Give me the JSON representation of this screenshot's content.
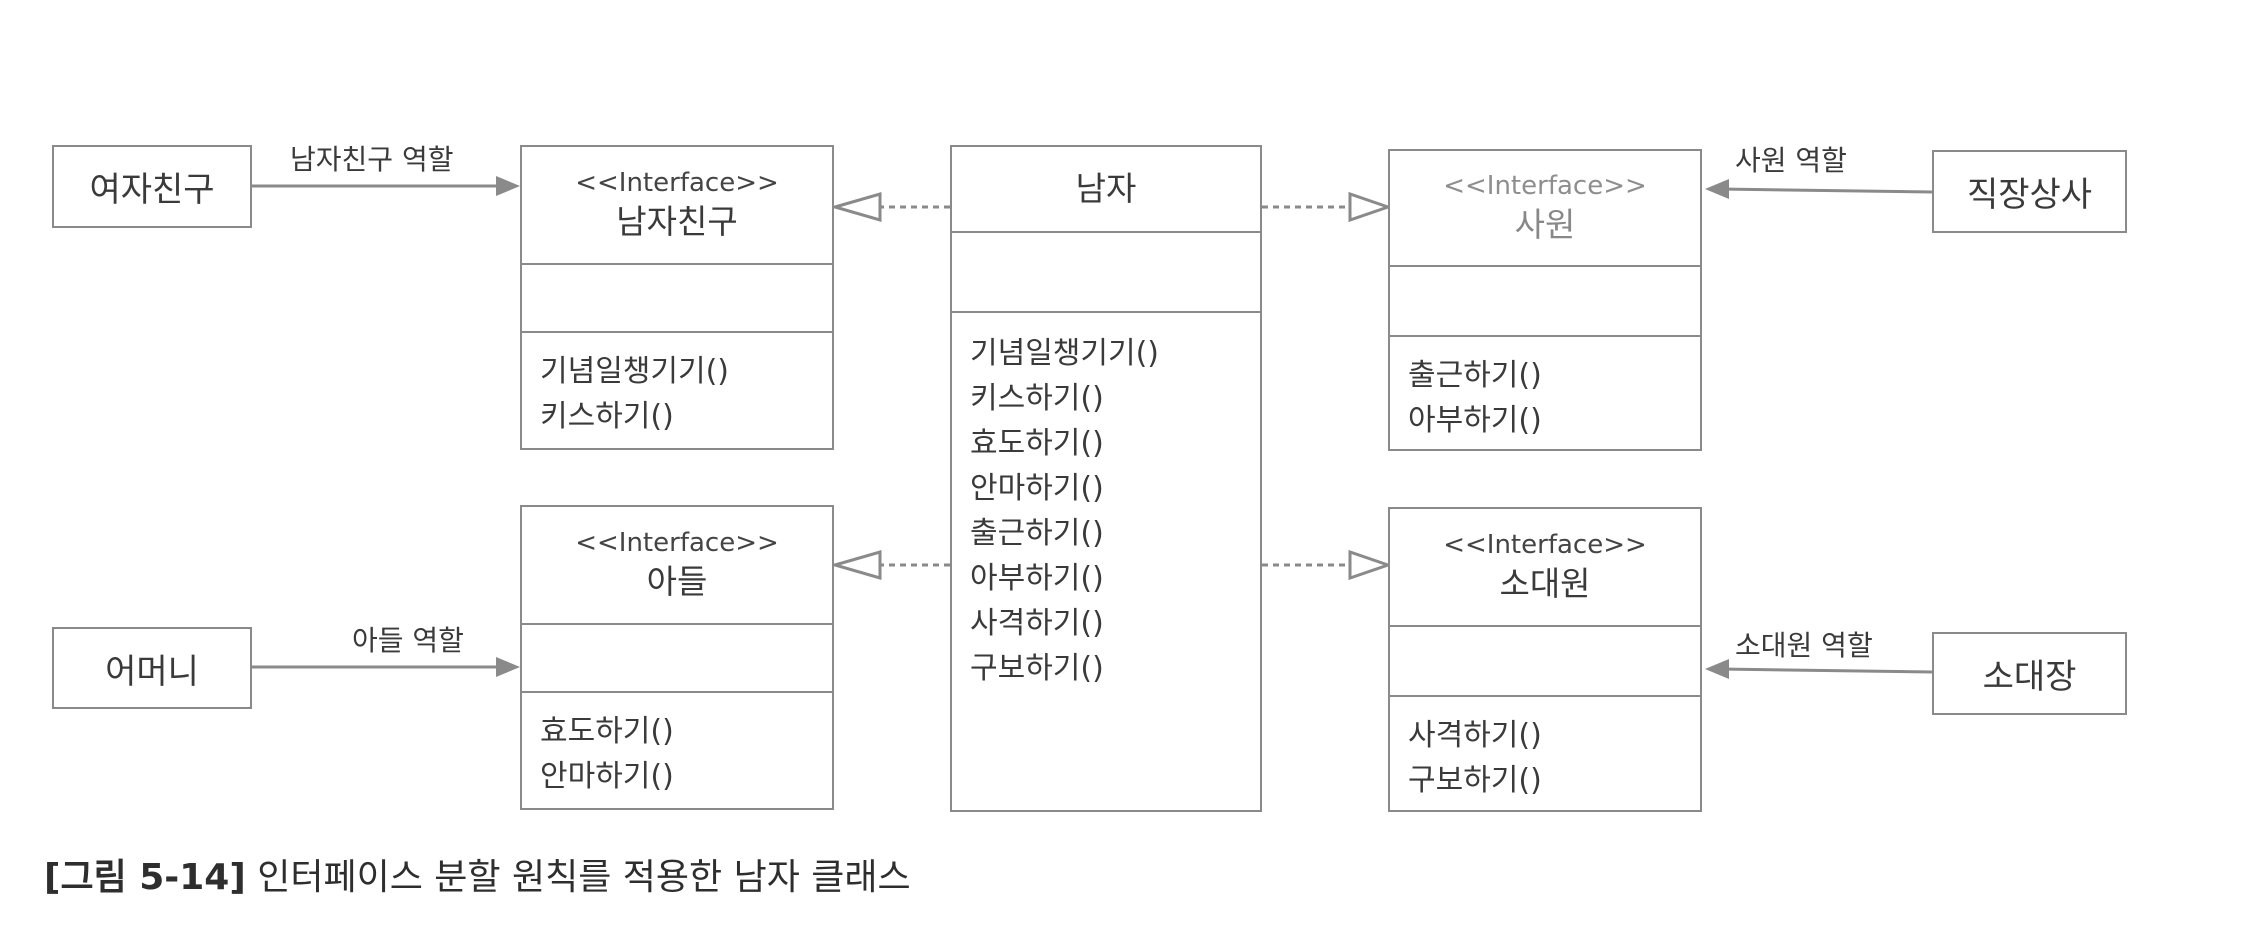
{
  "caption": {
    "number": "[그림 5-14]",
    "text": "인터페이스 분할 원칙를 적용한 남자 클래스"
  },
  "clients": {
    "girlfriend": "여자친구",
    "mother": "어머니",
    "boss": "직장상사",
    "platoon_leader": "소대장"
  },
  "roles": {
    "boyfriend_role": "남자친구 역할",
    "son_role": "아들 역할",
    "employee_role": "사원 역할",
    "soldier_role": "소대원 역할"
  },
  "man": {
    "name": "남자",
    "operations": [
      "기념일챙기기()",
      "키스하기()",
      "효도하기()",
      "안마하기()",
      "출근하기()",
      "아부하기()",
      "사격하기()",
      "구보하기()"
    ]
  },
  "interfaces": {
    "boyfriend": {
      "stereotype": "<<Interface>>",
      "name": "남자친구",
      "operations": [
        "기념일챙기기()",
        "키스하기()"
      ]
    },
    "son": {
      "stereotype": "<<Interface>>",
      "name": "아들",
      "operations": [
        "효도하기()",
        "안마하기()"
      ]
    },
    "employee": {
      "stereotype": "<<Interface>>",
      "name": "사원",
      "operations": [
        "출근하기()",
        "아부하기()"
      ]
    },
    "soldier": {
      "stereotype": "<<Interface>>",
      "name": "소대원",
      "operations": [
        "사격하기()",
        "구보하기()"
      ]
    }
  },
  "colors": {
    "line": "#8a8a8a",
    "text": "#3a3a3a",
    "light_text": "#8e8e8e"
  }
}
